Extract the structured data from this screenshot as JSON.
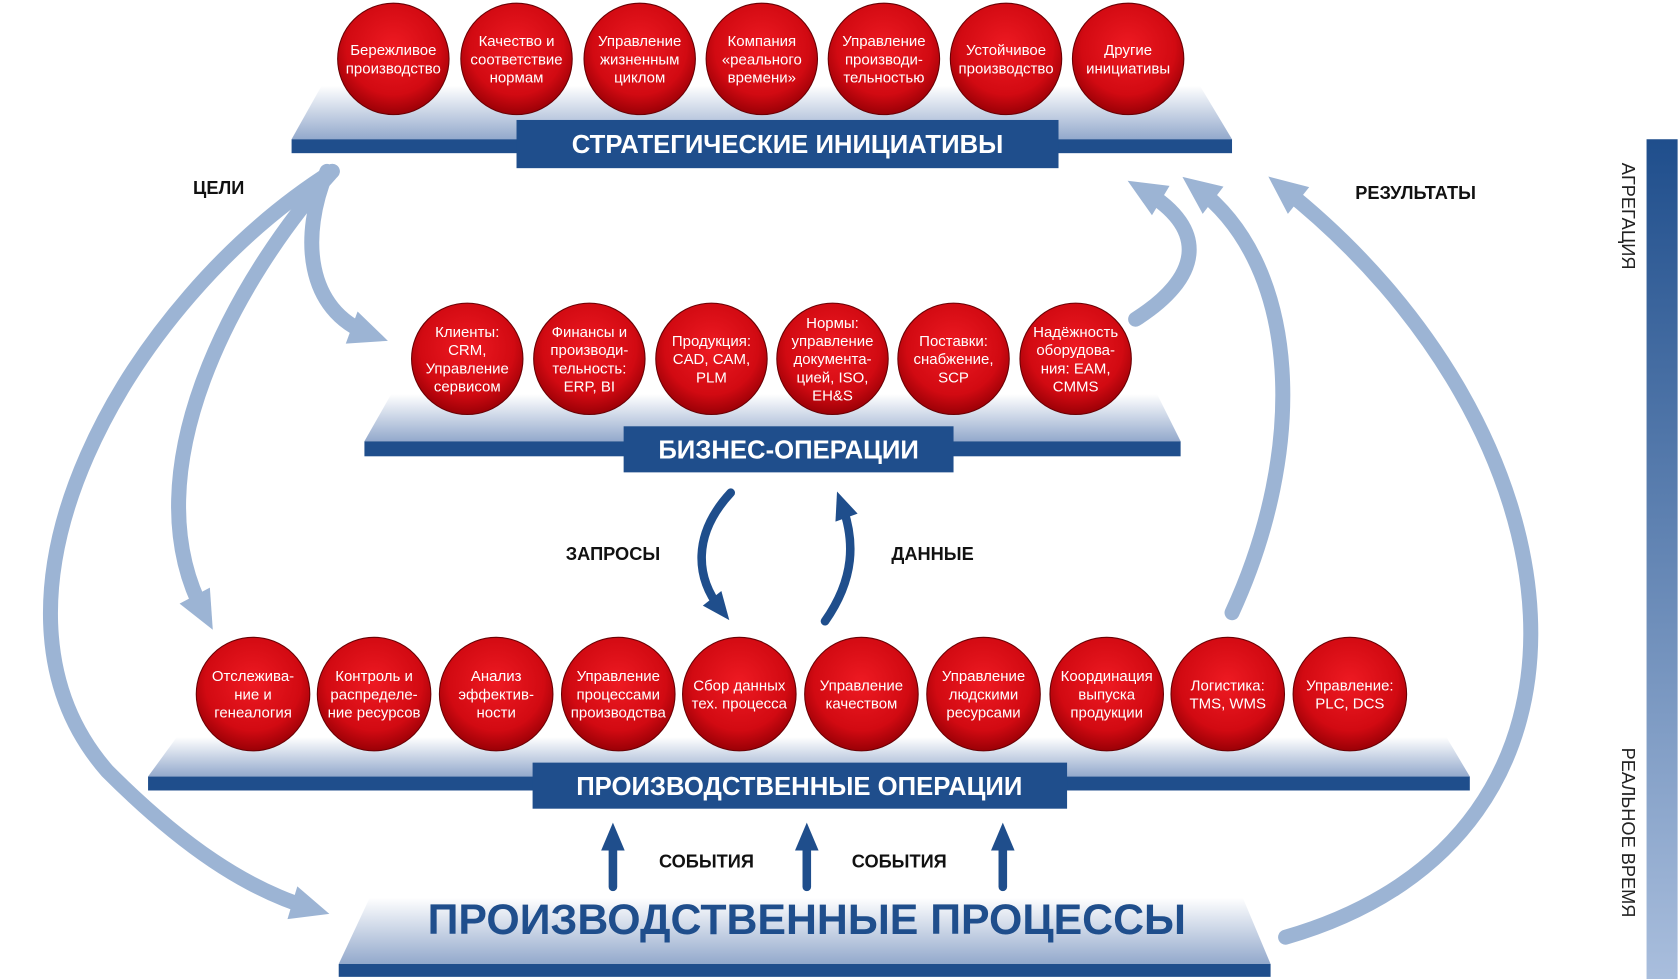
{
  "levels": {
    "strategic": {
      "title": "СТРАТЕГИЧЕСКИЕ ИНИЦИАТИВЫ",
      "items": [
        [
          "Бережливое",
          "производство"
        ],
        [
          "Качество и",
          "соответствие",
          "нормам"
        ],
        [
          "Управление",
          "жизненным",
          "циклом"
        ],
        [
          "Компания",
          "«реального",
          "времени»"
        ],
        [
          "Управление",
          "производи-",
          "тельностью"
        ],
        [
          "Устойчивое",
          "производство"
        ],
        [
          "Другие",
          "инициативы"
        ]
      ]
    },
    "business": {
      "title": "БИЗНЕС-ОПЕРАЦИИ",
      "items": [
        [
          "Клиенты:",
          "CRM,",
          "Управление",
          "сервисом"
        ],
        [
          "Финансы и",
          "производи-",
          "тельность:",
          "ERP, BI"
        ],
        [
          "Продукция:",
          "CAD, CAM,",
          "PLM"
        ],
        [
          "Нормы:",
          "управление",
          "документа-",
          "цией, ISO,",
          "EH&S"
        ],
        [
          "Поставки:",
          "снабжение,",
          "SCP"
        ],
        [
          "Надёжность",
          "оборудова-",
          "ния: EAM,",
          "CMMS"
        ]
      ]
    },
    "production": {
      "title": "ПРОИЗВОДСТВЕННЫЕ ОПЕРАЦИИ",
      "items": [
        [
          "Отслежива-",
          "ние и",
          "генеалогия"
        ],
        [
          "Контроль и",
          "распределе-",
          "ние ресурсов"
        ],
        [
          "Анализ",
          "эффектив-",
          "ности"
        ],
        [
          "Управление",
          "процессами",
          "производства"
        ],
        [
          "Сбор данных",
          "тех. процесса"
        ],
        [
          "Управление",
          "качеством"
        ],
        [
          "Управление",
          "людскими",
          "ресурсами"
        ],
        [
          "Координация",
          "выпуска",
          "продукции"
        ],
        [
          "Логистика:",
          "TMS, WMS"
        ],
        [
          "Управление:",
          "PLC, DCS"
        ]
      ]
    },
    "processes": {
      "title": "ПРОИЗВОДСТВЕННЫЕ ПРОЦЕССЫ"
    }
  },
  "labels": {
    "goals": "ЦЕЛИ",
    "results": "РЕЗУЛЬТАТЫ",
    "requests": "ЗАПРОСЫ",
    "data": "ДАННЫЕ",
    "events_1": "СОБЫТИЯ",
    "events_2": "СОБЫТИЯ"
  },
  "scale": {
    "top": "АГРЕГАЦИЯ",
    "bottom": "РЕАЛЬНОЕ ВРЕМЯ"
  },
  "colors": {
    "dark_blue": "#1f4e8c",
    "light_blue": "#9cb4d4",
    "red": "#d90f18"
  }
}
